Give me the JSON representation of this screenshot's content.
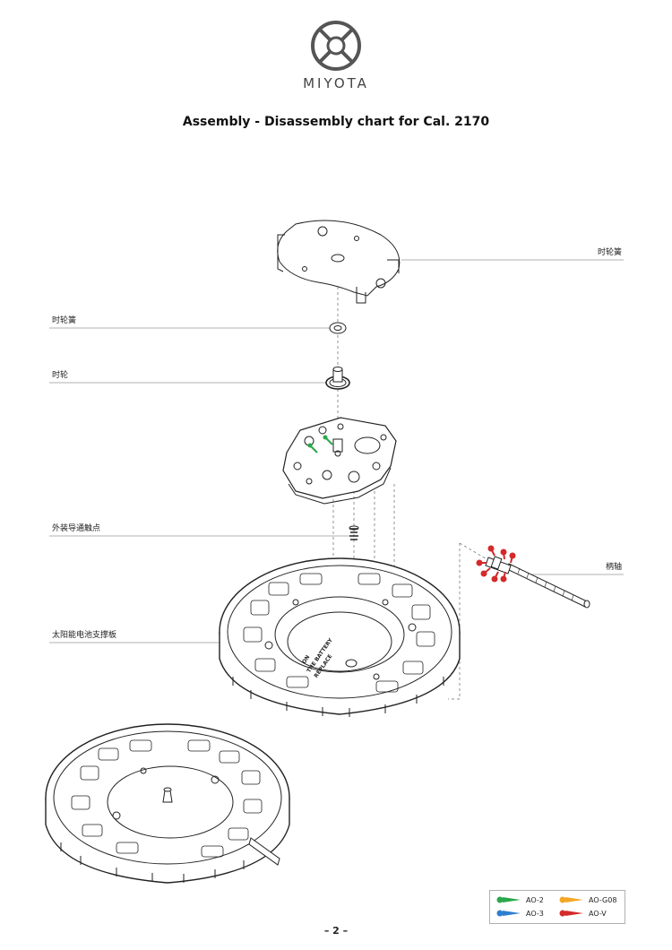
{
  "brand": {
    "name": "MIYOTA",
    "logo": "miyota-logo-icon"
  },
  "title": "Assembly - Disassembly chart for Cal. 2170",
  "parts": {
    "hour_wheel_spring_plate": "时轮簧",
    "hour_wheel_spring": "时轮簧",
    "hour_wheel": "时轮",
    "external_contact": "外装导通触点",
    "stem": "柄轴",
    "solar_support_plate": "太阳能电池支撑板"
  },
  "legend": {
    "items": [
      {
        "code": "AO-2",
        "color": "#2aa84a"
      },
      {
        "code": "AO-G08",
        "color": "#f5a623"
      },
      {
        "code": "AO-3",
        "color": "#2f7fd0"
      },
      {
        "code": "AO-V",
        "color": "#d42a2a"
      }
    ]
  },
  "plate_text": [
    "ON",
    "THE BATTERY",
    "REPLACE"
  ],
  "page_number": "– 2 –"
}
